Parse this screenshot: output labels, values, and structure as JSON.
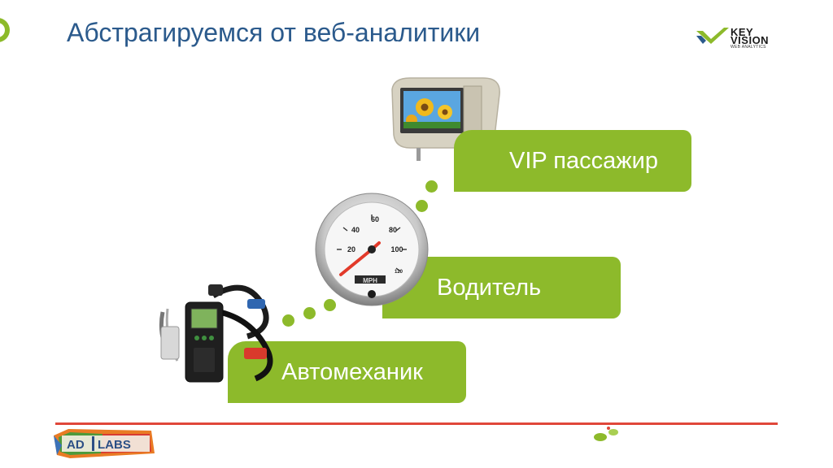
{
  "slide": {
    "title": "Абстрагируемся от веб-аналитики"
  },
  "brand": {
    "keyvision_line1": "KEY",
    "keyvision_line2": "VISION",
    "keyvision_sub": "WEB ANALYTICS",
    "adlabs_left": "AD",
    "adlabs_right": "LABS"
  },
  "roles": [
    {
      "label": "VIP пассажир",
      "image": "headrest-monitor-image"
    },
    {
      "label": "Водитель",
      "image": "speedometer-image"
    },
    {
      "label": "Автомеханик",
      "image": "diagnostic-scanner-image"
    }
  ],
  "speedometer": {
    "ticks": [
      "20",
      "40",
      "60",
      "80",
      "100",
      "120"
    ],
    "unit": "MPH"
  },
  "colors": {
    "accent_green": "#8dba2b",
    "title_blue": "#2b5a8c",
    "footer_red": "#e0473a"
  }
}
